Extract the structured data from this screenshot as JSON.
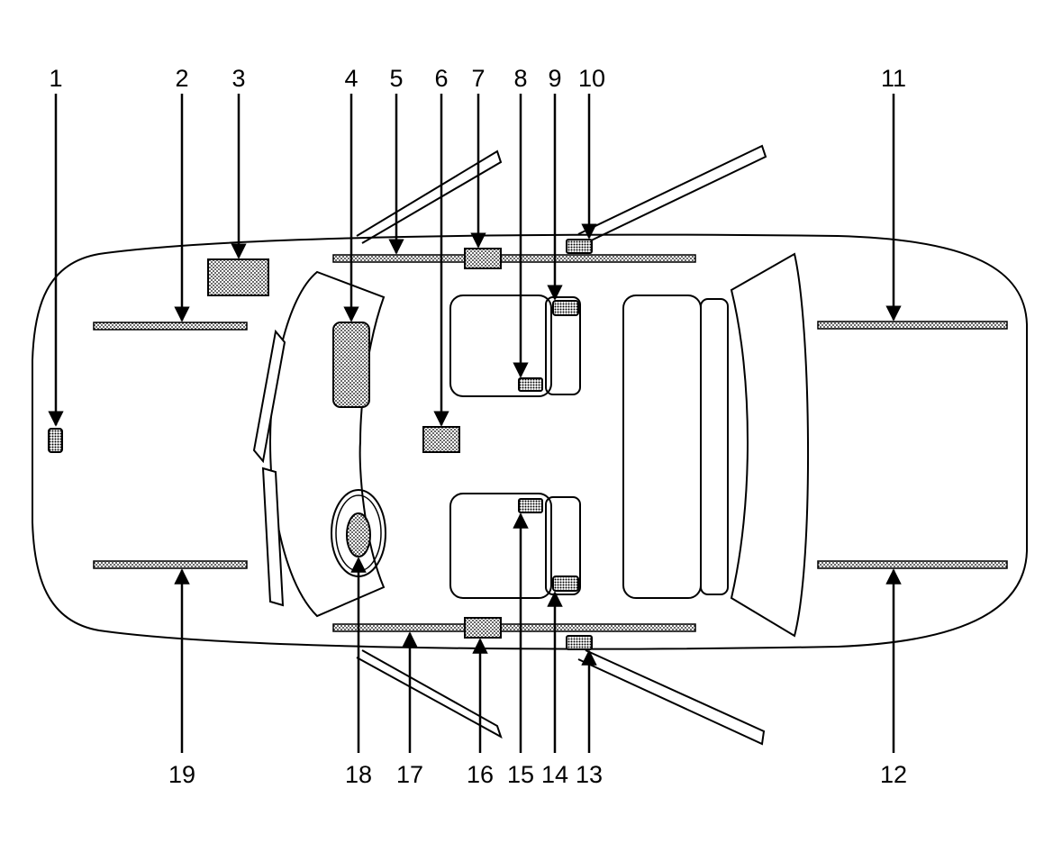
{
  "diagram": {
    "top_labels": [
      "1",
      "2",
      "3",
      "4",
      "5",
      "6",
      "7",
      "8",
      "9",
      "10",
      "11"
    ],
    "bottom_labels": [
      "19",
      "18",
      "17",
      "16",
      "15",
      "14",
      "13",
      "12"
    ]
  }
}
